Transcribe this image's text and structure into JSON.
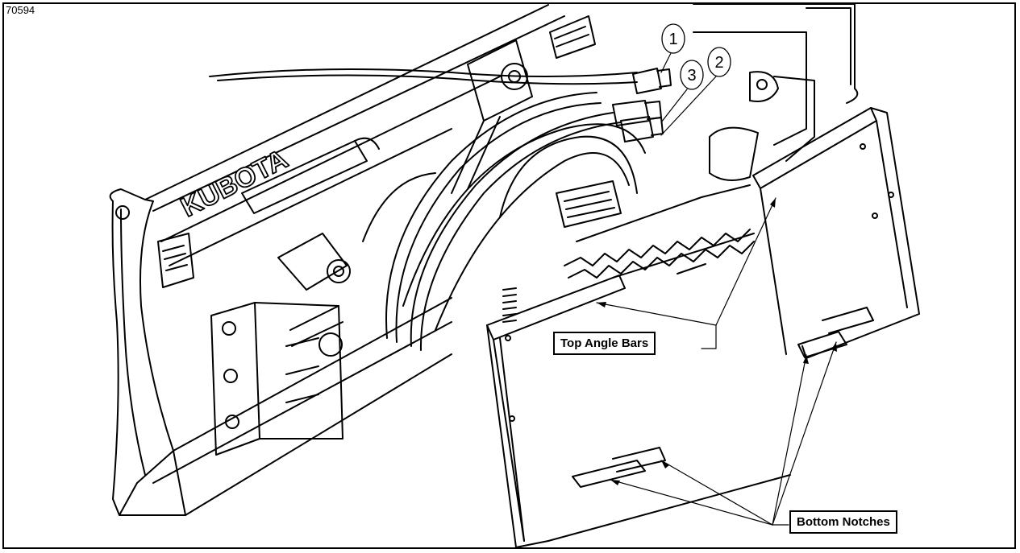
{
  "figure": {
    "id": "70594"
  },
  "brand": {
    "logo_text": "KUBOTA"
  },
  "callouts": {
    "top_angle_bars": "Top Angle Bars",
    "bottom_notches": "Bottom Notches"
  },
  "hose_numbers": [
    "1",
    "2",
    "3"
  ],
  "colors": {
    "line": "#000000",
    "background": "#ffffff"
  }
}
